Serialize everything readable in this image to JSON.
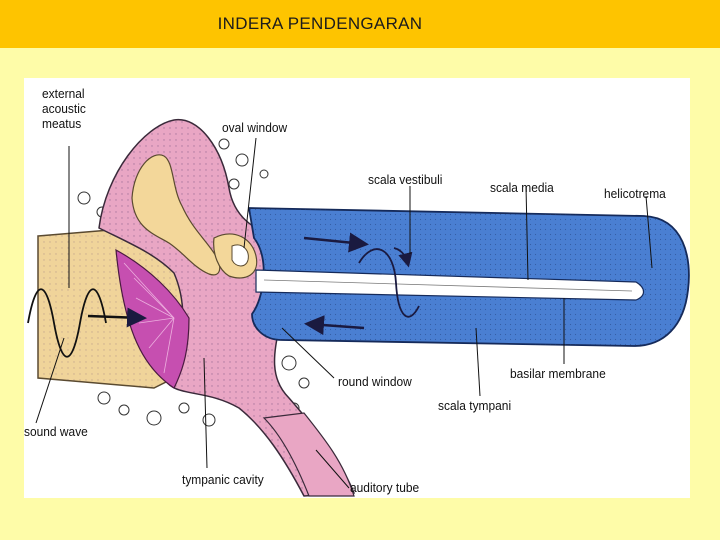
{
  "page": {
    "title": "INDERA  PENDENGARAN"
  },
  "diagram": {
    "labels": {
      "external_acoustic_meatus": [
        "external",
        "acoustic",
        "meatus"
      ],
      "oval_window": "oval window",
      "scala_vestibuli": "scala vestibuli",
      "scala_media": "scala media",
      "helicotrema": "helicotrema",
      "round_window": "round window",
      "basilar_membrane": "basilar membrane",
      "scala_tympani": "scala tympani",
      "sound_wave": "sound wave",
      "tympanic_cavity": "tympanic cavity",
      "auditory_tube": "auditory tube"
    }
  },
  "colors": {
    "title_bar": "#fec400",
    "page_background": "#fefca8",
    "cochlea": "#4a7fd2",
    "middle_ear": "#e9a6c4",
    "ossicles": "#f3d79a",
    "eardrum": "#c64fb0",
    "canal": "#f0d49a"
  }
}
